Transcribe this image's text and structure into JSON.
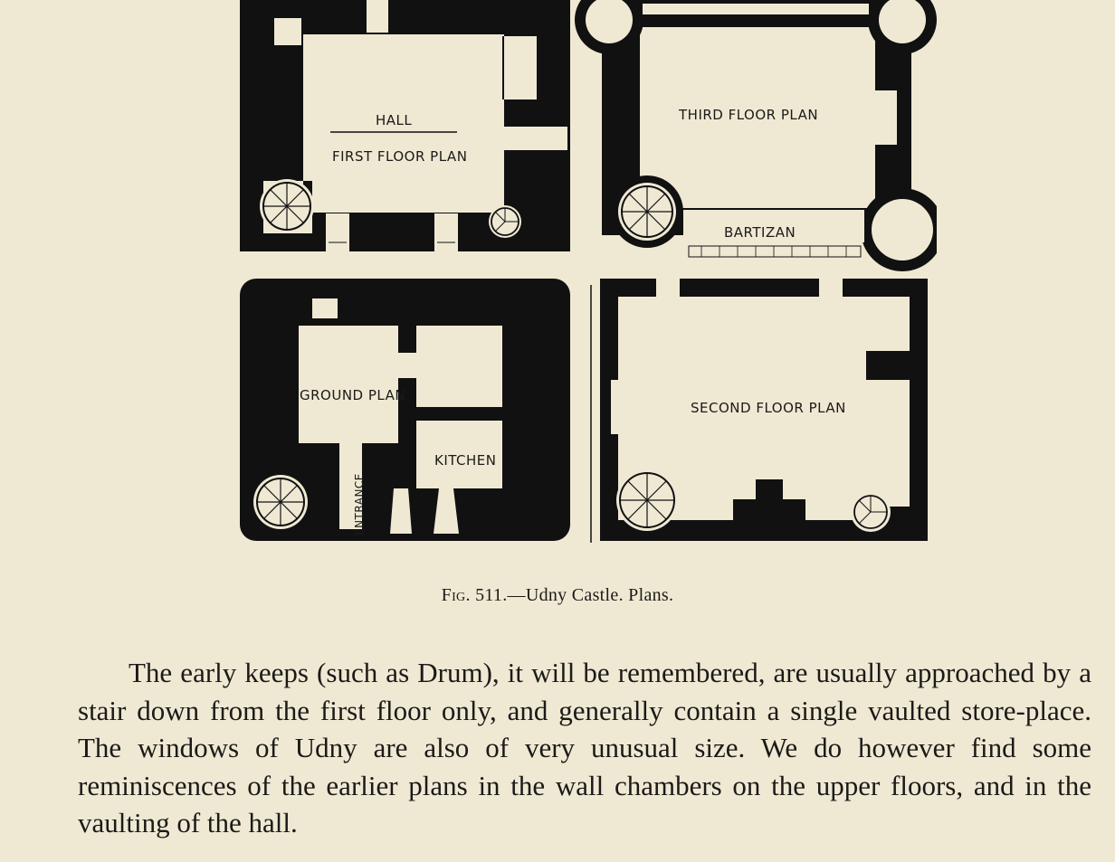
{
  "figure": {
    "plans": {
      "first_floor": {
        "room": "HALL",
        "title": "FIRST FLOOR PLAN"
      },
      "third_floor": {
        "title": "THIRD FLOOR PLAN",
        "feature": "BARTIZAN"
      },
      "ground_floor": {
        "title": "GROUND PLAN",
        "kitchen": "KITCHEN",
        "entrance": "ENTRANCE"
      },
      "second_floor": {
        "title": "SECOND FLOOR PLAN"
      }
    },
    "caption": {
      "fig_label": "Fig. 511.",
      "text": "—Udny Castle.  Plans."
    }
  },
  "body": {
    "paragraph": "The early keeps (such as Drum), it will be remembered, are usually approached by a stair down from the first floor only, and generally contain a single vaulted store-place. The windows of Udny are also of very unusual size. We do however find some reminiscences of the earlier plans in the wall chambers on the upper floors, and in the vaulting of the hall."
  },
  "colors": {
    "paper": "#efe9d4",
    "ink": "#1b1a17"
  }
}
